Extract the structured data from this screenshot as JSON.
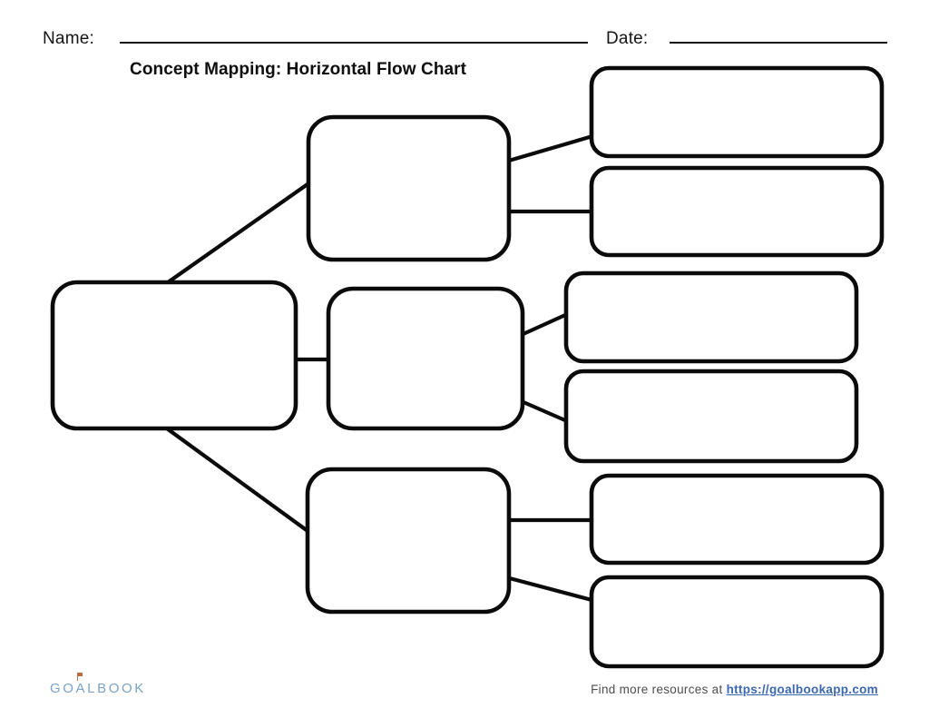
{
  "header": {
    "name_label": "Name:",
    "date_label": "Date:"
  },
  "title": "Concept Mapping: Horizontal Flow Chart",
  "diagram": {
    "type": "horizontal-flow-chart",
    "nodes": [
      {
        "id": "root",
        "label": ""
      },
      {
        "id": "branch-top",
        "label": ""
      },
      {
        "id": "branch-middle",
        "label": ""
      },
      {
        "id": "branch-bottom",
        "label": ""
      },
      {
        "id": "leaf-top-1",
        "label": ""
      },
      {
        "id": "leaf-top-2",
        "label": ""
      },
      {
        "id": "leaf-middle-1",
        "label": ""
      },
      {
        "id": "leaf-middle-2",
        "label": ""
      },
      {
        "id": "leaf-bottom-1",
        "label": ""
      },
      {
        "id": "leaf-bottom-2",
        "label": ""
      }
    ],
    "edges": [
      {
        "from": "root",
        "to": "branch-top"
      },
      {
        "from": "root",
        "to": "branch-middle"
      },
      {
        "from": "root",
        "to": "branch-bottom"
      },
      {
        "from": "branch-top",
        "to": "leaf-top-1"
      },
      {
        "from": "branch-top",
        "to": "leaf-top-2"
      },
      {
        "from": "branch-middle",
        "to": "leaf-middle-1"
      },
      {
        "from": "branch-middle",
        "to": "leaf-middle-2"
      },
      {
        "from": "branch-bottom",
        "to": "leaf-bottom-1"
      },
      {
        "from": "branch-bottom",
        "to": "leaf-bottom-2"
      }
    ]
  },
  "footer": {
    "logo": {
      "go": "GO",
      "a": "A",
      "lbook": "LBOOK"
    },
    "find_text": "Find more resources at",
    "link_text": "https://goalbookapp.com",
    "link_url": "https://goalbookapp.com"
  },
  "colors": {
    "ink": "#0b0b0b",
    "logo_blue": "#7ba2c7",
    "flag_orange": "#c2693a",
    "footer_gray": "#4e4e4e",
    "link_blue": "#3b68b0",
    "paper": "#ffffff"
  }
}
